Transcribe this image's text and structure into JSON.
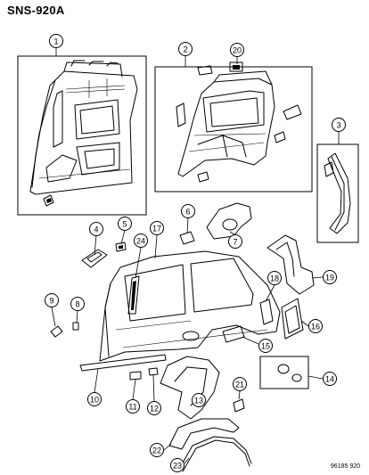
{
  "diagram": {
    "title": "SNS-920A",
    "code": "96185 920",
    "callouts": [
      "1",
      "2",
      "3",
      "4",
      "5",
      "6",
      "7",
      "8",
      "9",
      "10",
      "11",
      "12",
      "13",
      "14",
      "15",
      "16",
      "17",
      "18",
      "19",
      "20",
      "21",
      "22",
      "23",
      "24"
    ]
  }
}
